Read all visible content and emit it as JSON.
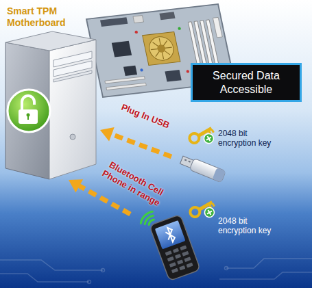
{
  "diagram": {
    "nodes": [
      {
        "text": [
          "Secured Data Accessible"
        ]
      }
    ],
    "labels": [
      "Smart TPM Motherboard",
      "Plug In USB",
      "2048 bit encryption key",
      "Bluetooth Cell Phone in range",
      "2048 bit encryption key"
    ]
  }
}
